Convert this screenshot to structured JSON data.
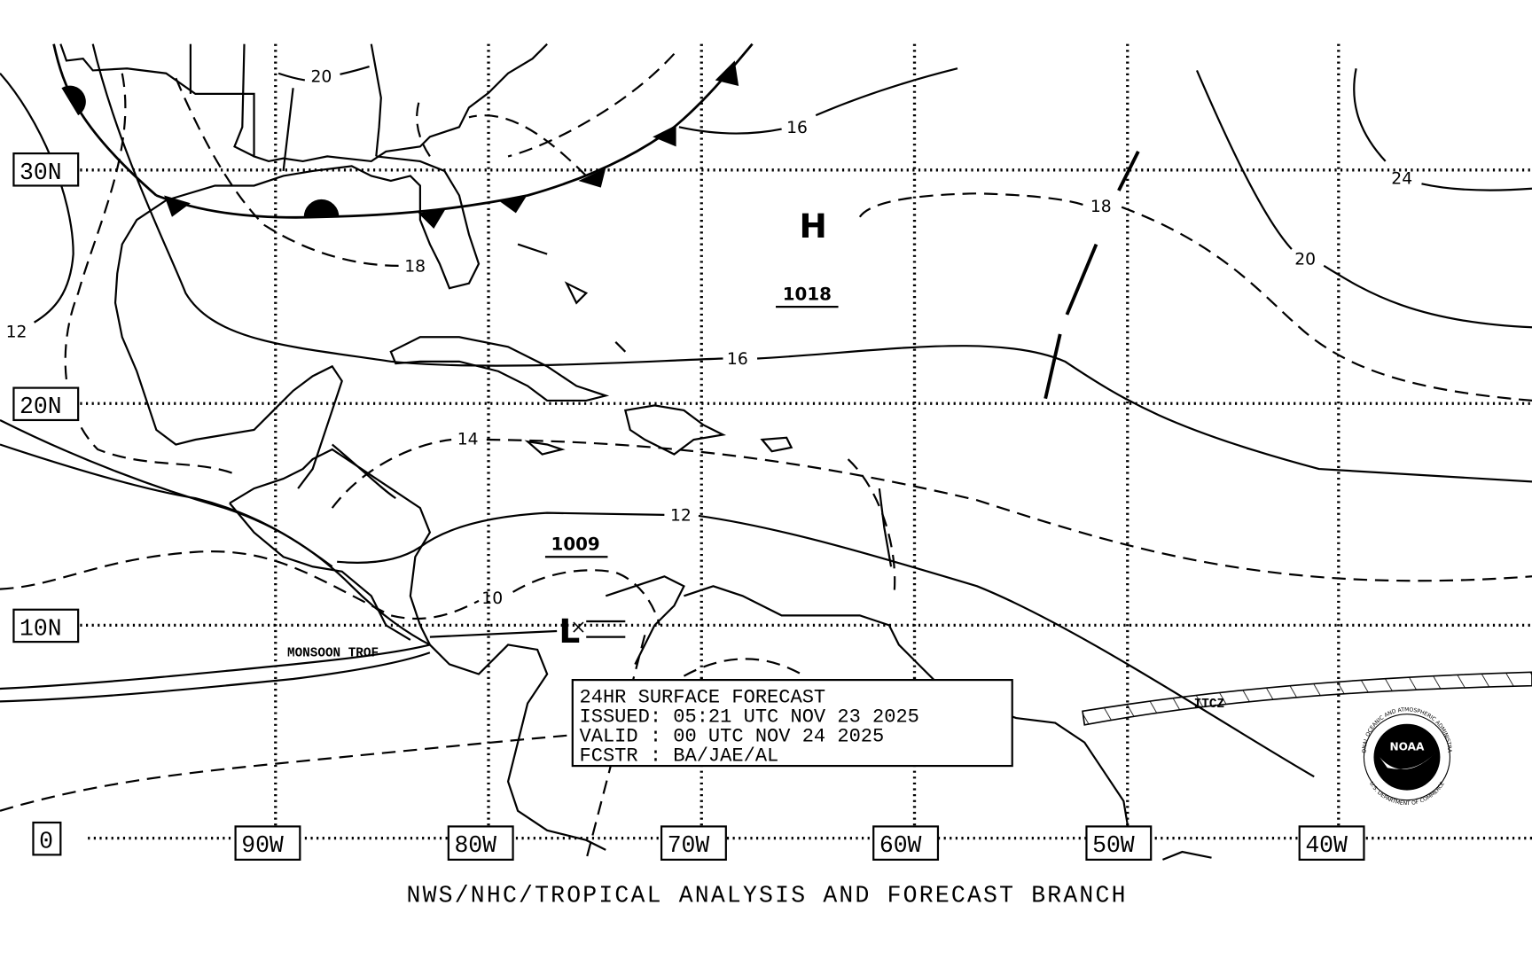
{
  "map": {
    "title": "24HR SURFACE FORECAST",
    "latitude_labels": [
      "30N",
      "20N",
      "10N",
      "0"
    ],
    "longitude_labels": [
      "90W",
      "80W",
      "70W",
      "60W",
      "50W",
      "40W"
    ],
    "isobar_labels": [
      "20",
      "16",
      "18",
      "12",
      "16",
      "14",
      "12",
      "10",
      "24",
      "20",
      "18"
    ],
    "pressure_centers": [
      {
        "type": "H",
        "value": "1018"
      },
      {
        "type": "L",
        "value": "1009"
      }
    ],
    "features": {
      "monsoon_trough": "MONSOON TROF",
      "itcz": "ITCZ"
    },
    "info_box": {
      "line1": "24HR SURFACE FORECAST",
      "line2": "ISSUED: 05:21 UTC NOV 23 2025",
      "line3": "VALID : 00 UTC NOV 24 2025",
      "line4": "FCSTR : BA/JAE/AL"
    },
    "footer": "NWS/NHC/TROPICAL ANALYSIS AND FORECAST BRANCH",
    "logo": {
      "center": "NOAA",
      "ring_top": "NATIONAL OCEANIC AND ATMOSPHERIC ADMINISTRATION",
      "ring_bottom": "U.S. DEPARTMENT OF COMMERCE"
    }
  }
}
